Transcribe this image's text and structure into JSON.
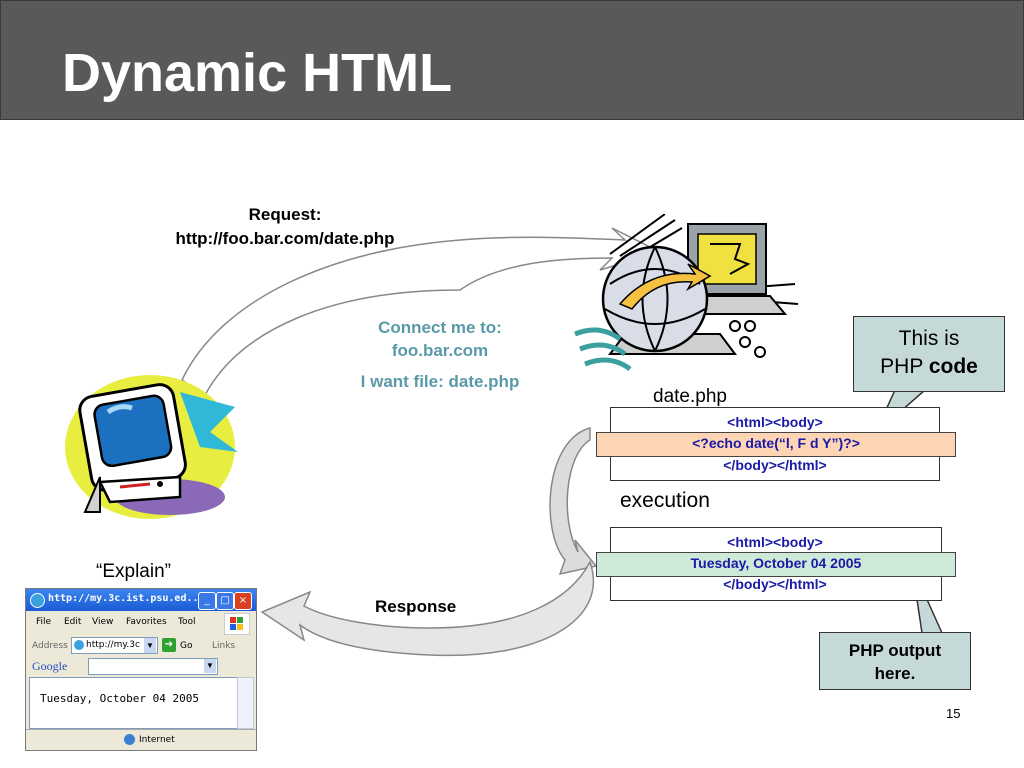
{
  "slide": {
    "title": "Dynamic HTML",
    "page_number": "15"
  },
  "request": {
    "line1": "Request:",
    "line2": "http://foo.bar.com/date.php"
  },
  "connect": {
    "line1": "Connect me to:",
    "line2": "foo.bar.com",
    "line3": "I want file: date.php"
  },
  "server": {
    "file_label": "date.php"
  },
  "code_box": {
    "line1": "<html><body>",
    "line2": "<?echo date(“l, F d Y”)?>",
    "line3": "</body></html>"
  },
  "execution_label": "execution",
  "output_box": {
    "line1": "<html><body>",
    "line2": "Tuesday, October 04 2005",
    "line3": "</body></html>"
  },
  "callout_code": {
    "prefix": "This is",
    "line2_prefix": "PHP ",
    "bold_word": "code"
  },
  "callout_output": {
    "line1": "PHP output",
    "line2": "here."
  },
  "response_label": "Response",
  "explain_label": "“Explain”",
  "browser": {
    "title": "http://my.3c.ist.psu.ed...",
    "menu": [
      "File",
      "Edit",
      "View",
      "Favorites",
      "Tool"
    ],
    "address_label": "Address",
    "address_value": "http://my.3c",
    "go_label": "Go",
    "links_label": "Links",
    "google_label": "Google",
    "content_text": "Tuesday, October 04 2005",
    "status_text": "Internet"
  },
  "colors": {
    "title_bar": "#595959",
    "teal_text": "#5a9aa8",
    "code_blue": "#1a1aa6",
    "orange_highlight": "#fdd5b4",
    "green_highlight": "#cfe9d9",
    "callout_bg": "#c6d9d9"
  }
}
